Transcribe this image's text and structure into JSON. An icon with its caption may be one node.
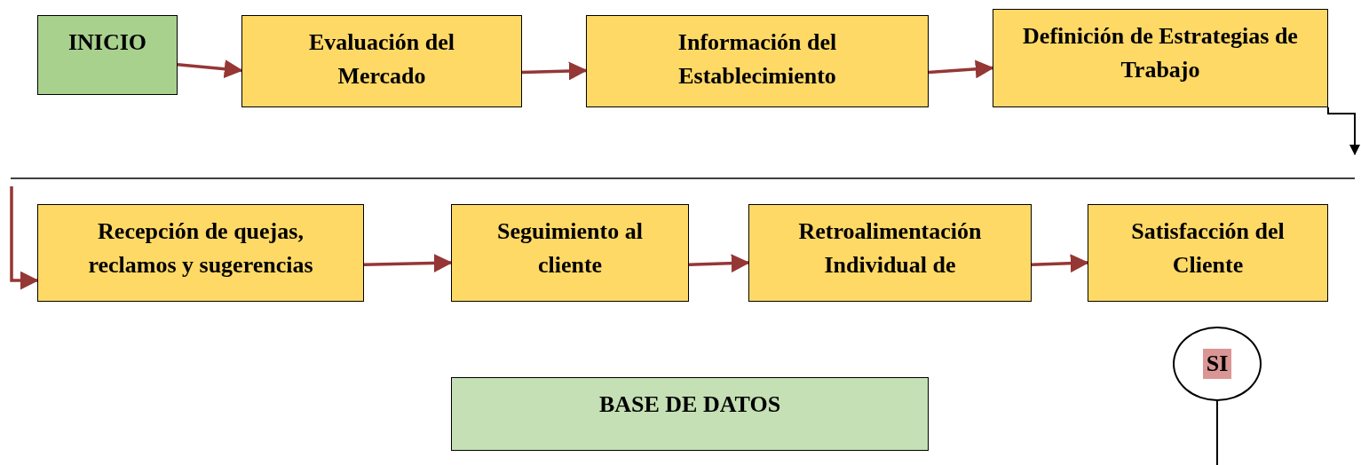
{
  "diagram": {
    "nodes": [
      {
        "text": [
          "INICIO"
        ]
      },
      {
        "text": [
          "Evaluación del Mercado"
        ]
      },
      {
        "text": [
          "Información del Establecimiento"
        ]
      },
      {
        "text": [
          "Definición de Estrategias de Trabajo"
        ]
      },
      {
        "text": [
          "Recepción de quejas, reclamos y sugerencias"
        ]
      },
      {
        "text": [
          "Seguimiento al cliente"
        ]
      },
      {
        "text": [
          "Retroalimentación Individual de"
        ]
      },
      {
        "text": [
          "Satisfacción del Cliente"
        ]
      },
      {
        "text": [
          "BASE DE DATOS"
        ]
      },
      {
        "text": [
          "SI"
        ]
      }
    ],
    "edges": [
      {
        "from": 0,
        "to": 1,
        "arrow": "to"
      },
      {
        "from": 1,
        "to": 2,
        "arrow": "to"
      },
      {
        "from": 2,
        "to": 3,
        "arrow": "to"
      },
      {
        "from": 3,
        "to": null,
        "arrow": "to",
        "color": "#000000"
      },
      {
        "from": null,
        "to": 4,
        "arrow": "to"
      },
      {
        "from": 4,
        "to": 5,
        "arrow": "to"
      },
      {
        "from": 5,
        "to": 6,
        "arrow": "to"
      },
      {
        "from": 6,
        "to": 7,
        "arrow": "to"
      },
      {
        "from": 9,
        "to": null,
        "arrow": "none",
        "color": "#000000"
      }
    ]
  }
}
